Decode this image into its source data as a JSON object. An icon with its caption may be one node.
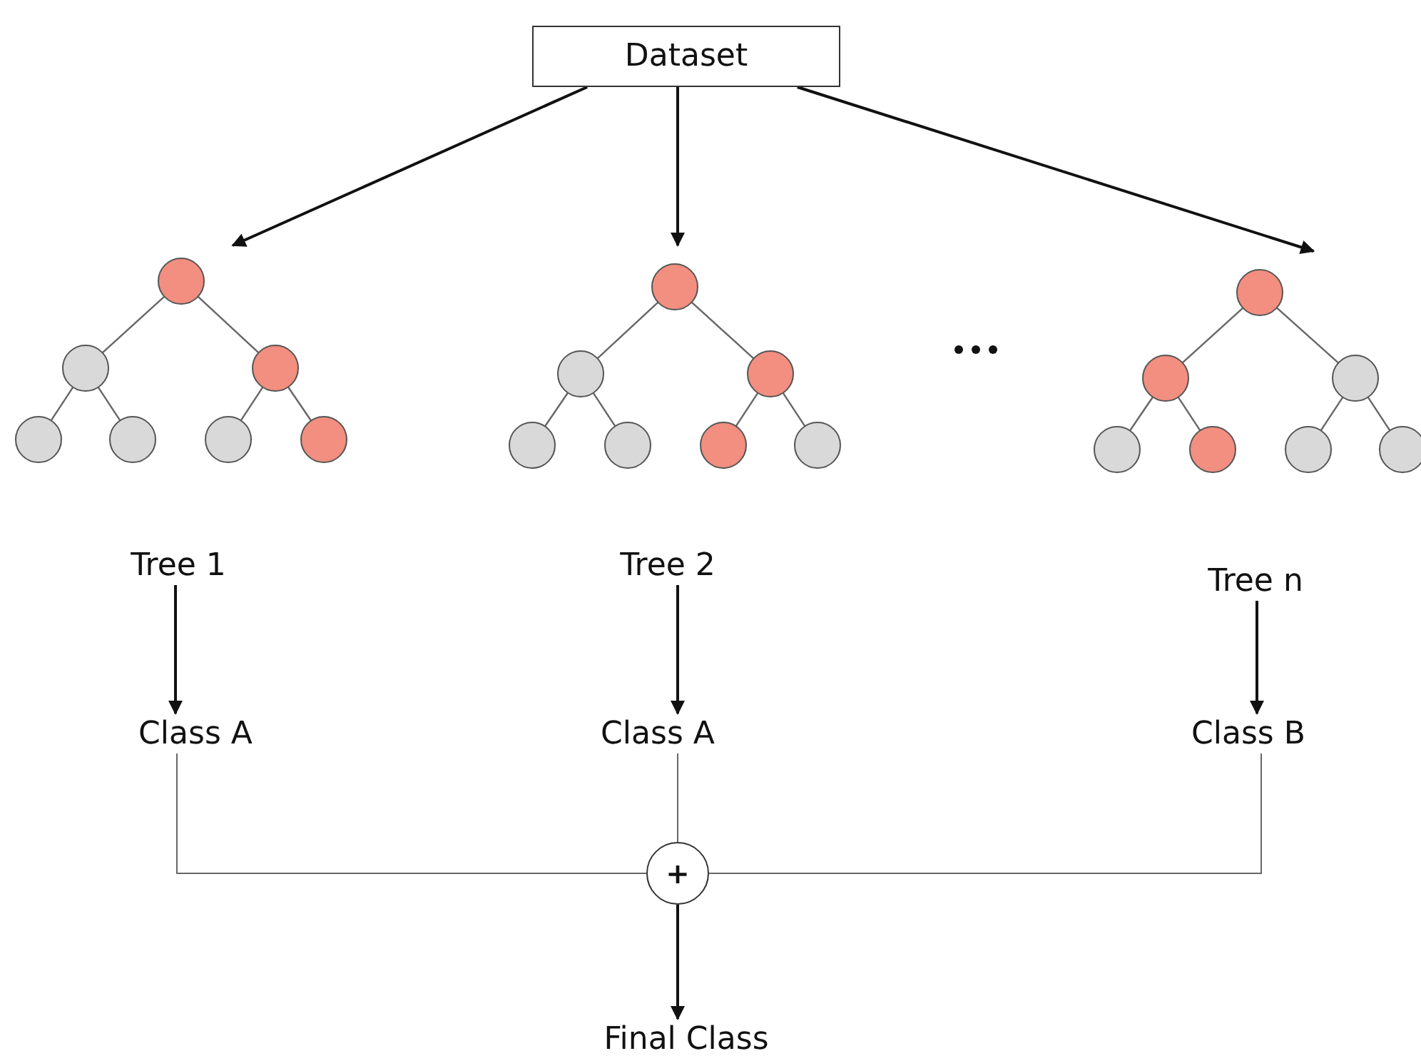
{
  "diagram": {
    "nodes": [
      {
        "text": [
          "Dataset"
        ]
      },
      {
        "text": [],
        "shape": "tree"
      },
      {
        "text": [],
        "shape": "tree"
      },
      {
        "text": [],
        "shape": "tree"
      },
      {
        "text": [
          "Tree 1"
        ]
      },
      {
        "text": [
          "Tree 2"
        ]
      },
      {
        "text": [
          "Tree n"
        ]
      },
      {
        "text": [
          "Class A"
        ]
      },
      {
        "text": [
          "Class A"
        ]
      },
      {
        "text": [
          "Class B"
        ]
      },
      {
        "text": [
          "+"
        ]
      },
      {
        "text": [
          "Final Class"
        ]
      }
    ],
    "edges": [
      {
        "from": 0,
        "to": 1,
        "arrow": "to"
      },
      {
        "from": 0,
        "to": 2,
        "arrow": "to"
      },
      {
        "from": 0,
        "to": 3,
        "arrow": "to"
      },
      {
        "from": 4,
        "to": 7,
        "arrow": "to"
      },
      {
        "from": 5,
        "to": 8,
        "arrow": "to"
      },
      {
        "from": 6,
        "to": 9,
        "arrow": "to"
      },
      {
        "from": 7,
        "to": 10,
        "arrow": "none",
        "color": "#666666"
      },
      {
        "from": 8,
        "to": 10,
        "arrow": "none",
        "color": "#666666"
      },
      {
        "from": 9,
        "to": 10,
        "arrow": "none",
        "color": "#666666"
      },
      {
        "from": 10,
        "to": 11,
        "arrow": "to"
      }
    ]
  }
}
